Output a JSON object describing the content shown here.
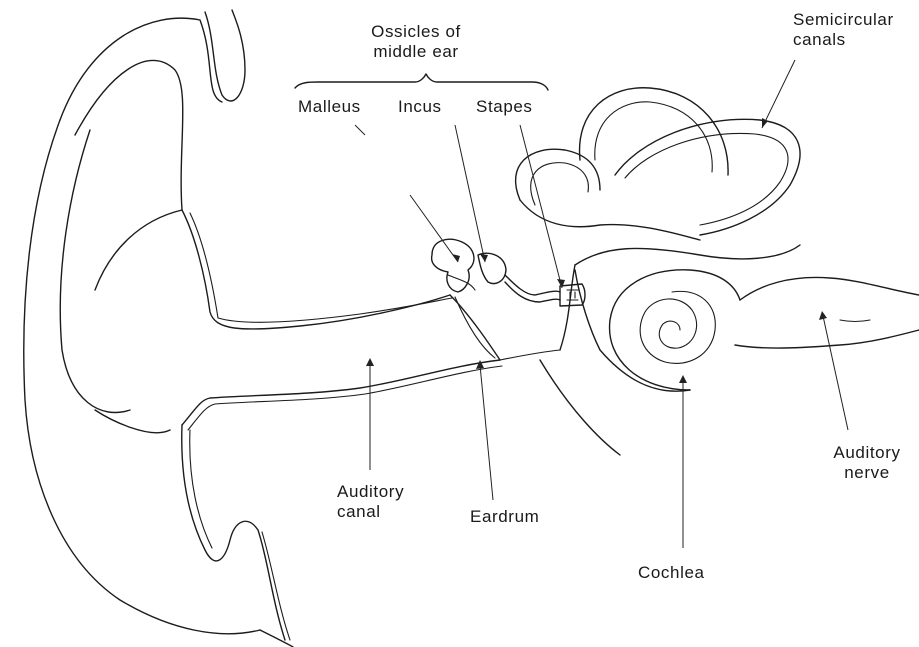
{
  "labels": {
    "ossicles_title_line1": "Ossicles of",
    "ossicles_title_line2": "middle ear",
    "malleus": "Malleus",
    "incus": "Incus",
    "stapes": "Stapes",
    "semicircular_line1": "Semicircular",
    "semicircular_line2": "canals",
    "auditory_canal_line1": "Auditory",
    "auditory_canal_line2": "canal",
    "eardrum": "Eardrum",
    "cochlea": "Cochlea",
    "auditory_nerve_line1": "Auditory",
    "auditory_nerve_line2": "nerve"
  }
}
